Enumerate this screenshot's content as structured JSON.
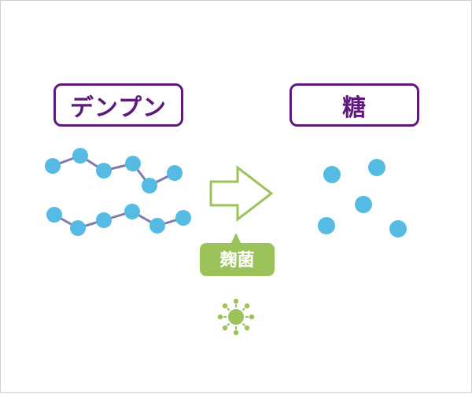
{
  "starch_label": "デンプン",
  "sugar_label": "糖",
  "enzyme_label": "麹菌",
  "colors": {
    "purple": "#5e1a7a",
    "molecule": "#55bbe3",
    "bond": "#7d7aae",
    "green": "#9bc25b",
    "border": "#cfcfd4"
  },
  "icons": {
    "arrow": "right-arrow-icon",
    "koji": "koji-mold-icon"
  }
}
